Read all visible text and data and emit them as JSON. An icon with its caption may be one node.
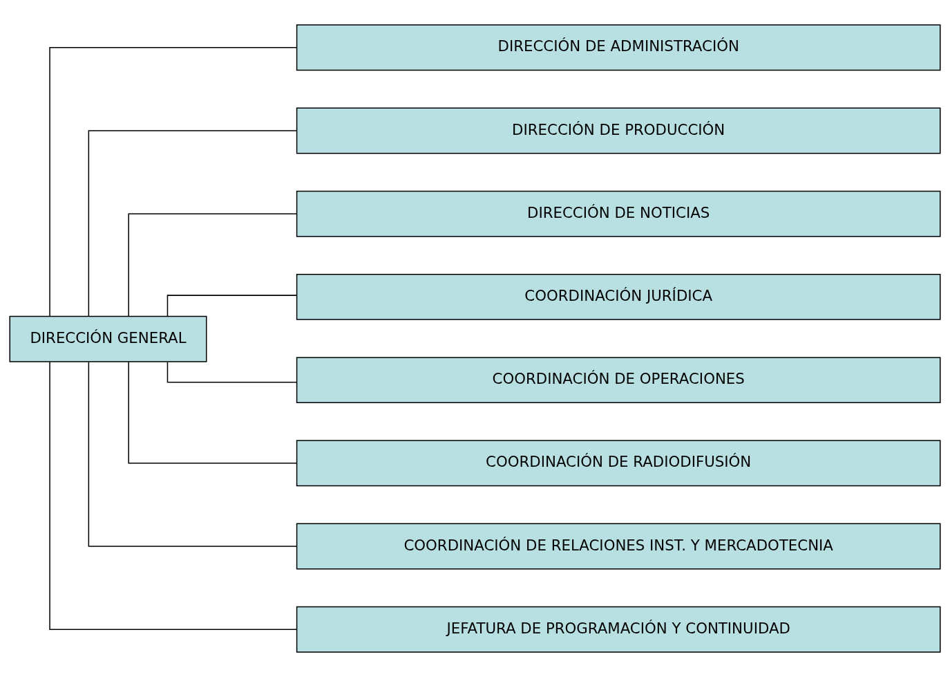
{
  "diagram": {
    "nodes": [
      {
        "text": [
          "DIRECCIÓN GENERAL"
        ]
      },
      {
        "text": [
          "DIRECCIÓN DE ADMINISTRACIÓN"
        ]
      },
      {
        "text": [
          "DIRECCIÓN DE PRODUCCIÓN"
        ]
      },
      {
        "text": [
          "DIRECCIÓN DE NOTICIAS"
        ]
      },
      {
        "text": [
          "COORDINACIÓN JURÍDICA"
        ]
      },
      {
        "text": [
          "COORDINACIÓN DE OPERACIONES"
        ]
      },
      {
        "text": [
          "COORDINACIÓN DE RADIODIFUSIÓN"
        ]
      },
      {
        "text": [
          "COORDINACIÓN DE RELACIONES INST. Y MERCADOTECNIA"
        ]
      },
      {
        "text": [
          "JEFATURA DE PROGRAMACIÓN Y CONTINUIDAD"
        ]
      }
    ],
    "edges": [
      {
        "from": 0,
        "to": 1,
        "arrow": "none"
      },
      {
        "from": 0,
        "to": 2,
        "arrow": "none"
      },
      {
        "from": 0,
        "to": 3,
        "arrow": "none"
      },
      {
        "from": 0,
        "to": 4,
        "arrow": "none"
      },
      {
        "from": 0,
        "to": 5,
        "arrow": "none"
      },
      {
        "from": 0,
        "to": 6,
        "arrow": "none"
      },
      {
        "from": 0,
        "to": 7,
        "arrow": "none"
      },
      {
        "from": 0,
        "to": 8,
        "arrow": "none"
      }
    ]
  }
}
